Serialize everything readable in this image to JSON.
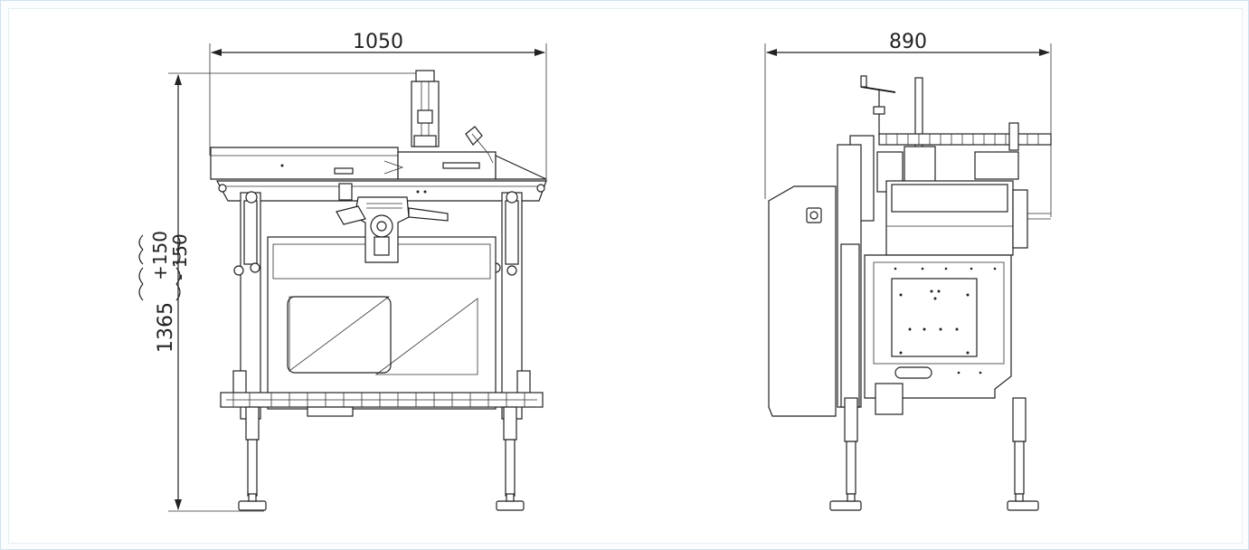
{
  "dimensions": {
    "front_width": "1050",
    "side_width": "890",
    "height": "1365",
    "tolerance_plus": "+150",
    "tolerance_minus": "- 150"
  },
  "colors": {
    "frame_border": "#cfe3ee",
    "line": "#222222",
    "background": "#ffffff"
  }
}
